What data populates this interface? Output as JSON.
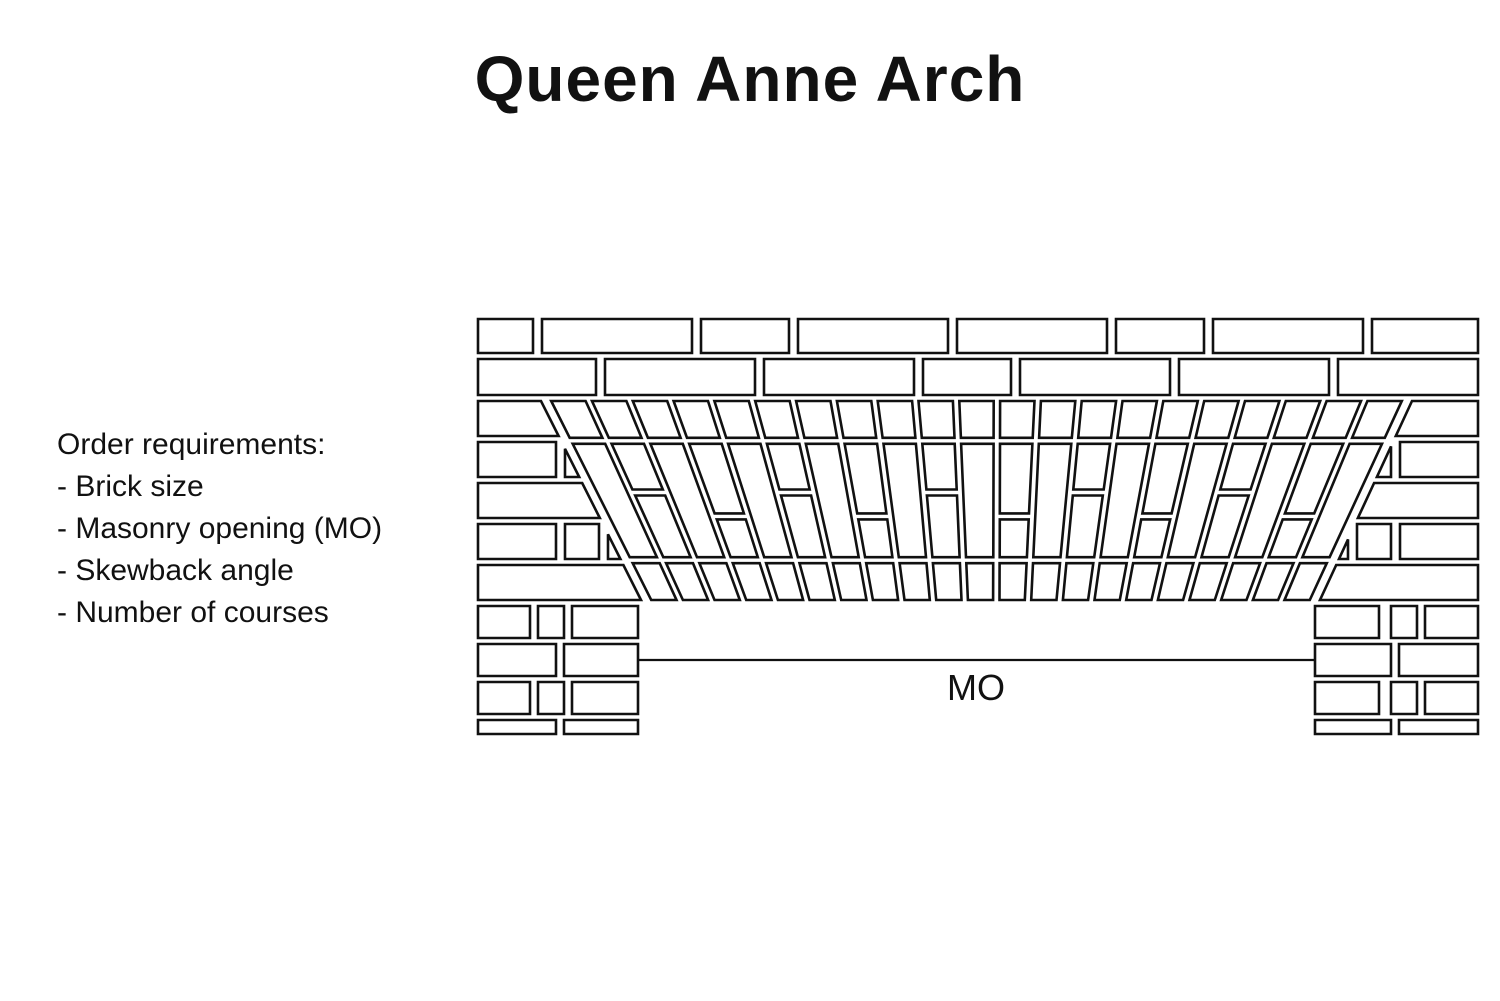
{
  "title": "Queen Anne Arch",
  "requirements": {
    "heading": "Order requirements:",
    "items": [
      "- Brick size",
      "- Masonry opening (MO)",
      "- Skewback angle",
      "- Number of courses"
    ]
  },
  "diagram": {
    "mo_label": "MO"
  },
  "colors": {
    "line": "#111111",
    "brick_fill": "#ffffff",
    "background": "#ffffff"
  }
}
